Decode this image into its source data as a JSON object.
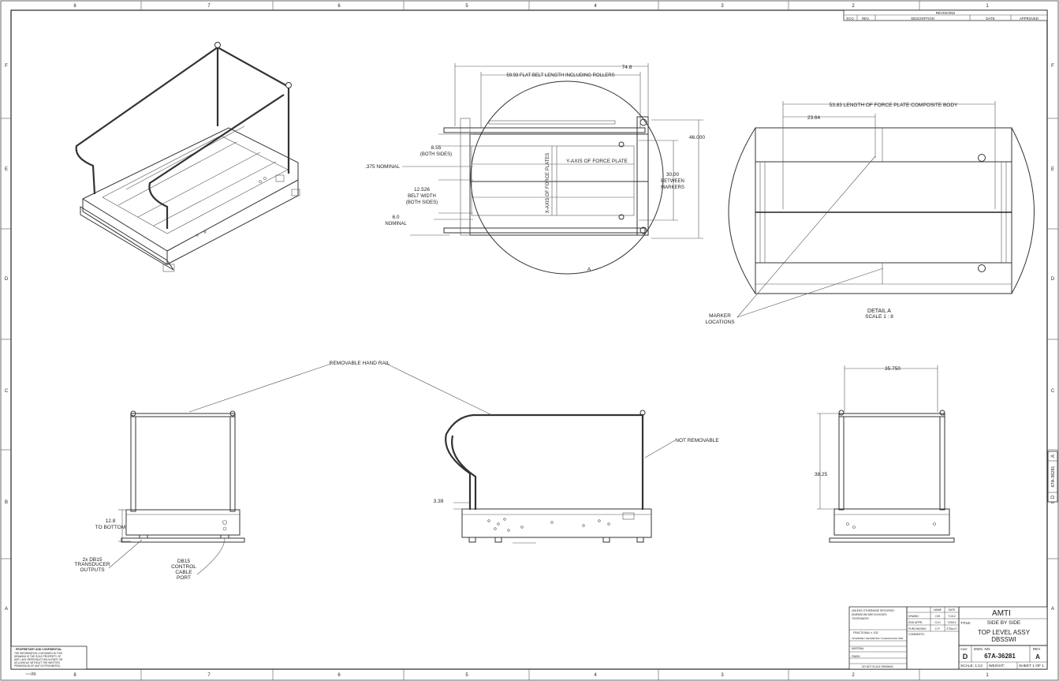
{
  "border": {
    "top_zones": [
      "8",
      "7",
      "6",
      "5",
      "4",
      "3",
      "2",
      "1"
    ],
    "side_zones": [
      "F",
      "E",
      "D",
      "C",
      "B",
      "A"
    ]
  },
  "revisions": {
    "title": "REVISIONS",
    "headers": [
      "ECO",
      "REV.",
      "DESCRIPTION",
      "DATE",
      "APPROVED"
    ]
  },
  "top_view": {
    "dim_overall": "74.8",
    "dim_belt_length": "59.93 FLAT BELT LENGTH INCLUDING ROLLERS",
    "dim_height": "46.000",
    "dim_855": "8.55",
    "dim_855_note": "(BOTH SIDES)",
    "dim_375": ".375 NOMINAL",
    "dim_belt_width": "12.526",
    "dim_belt_width_l2": "BELT WIDTH",
    "dim_belt_width_l3": "(BOTH SIDES)",
    "dim_60": "6.0",
    "dim_60_l2": "NOMINAL",
    "y_axis": "Y-AXIS OF FORCE PLATE",
    "x_axis": "X-AXIS OF FORCE PLATES",
    "markers_dim": "30.00",
    "markers_l2": "BETWEEN",
    "markers_l3": "MARKERS",
    "detail_callout": "A"
  },
  "detail": {
    "dim_length": "53.83 LENGTH OF FORCE PLATE COMPOSITE BODY",
    "dim_2364": "23.64",
    "marker_l1": "MARKER",
    "marker_l2": "LOCATIONS",
    "title": "DETAIL A",
    "scale": "SCALE 1 : 8"
  },
  "front_views": {
    "removable": "REMOVABLE HAND RAIL",
    "not_removable": "NOT REMOVABLE",
    "dim_128": "12.8",
    "dim_128_l2": "TO BOTTOM",
    "dim_339": "3.39",
    "dim_3575": "35.750",
    "dim_3825": "38.25",
    "db15_out_l1": "2x DB15",
    "db15_out_l2": "TRANSDUCER",
    "db15_out_l3": "OUTPUTS",
    "db15_ctrl_l1": "DB15",
    "db15_ctrl_l2": "CONTROL",
    "db15_ctrl_l3": "CABLE",
    "db15_ctrl_l4": "PORT"
  },
  "title_block": {
    "company": "AMTI",
    "title_label": "TITLE:",
    "title_l1": "SIDE BY SIDE",
    "title_l2": "TOP LEVEL ASSY",
    "title_l3": "DBSSWI",
    "size_label": "SIZE",
    "size": "D",
    "dwg_label": "DWG.  NO.",
    "dwg": "67A-36281",
    "rev_label": "REV",
    "rev": "A",
    "scale": "SCALE: 1:13",
    "weight": "WEIGHT:",
    "sheet": "SHEET 1 OF 1",
    "no_scale": "DO NOT SCALE DRAWING",
    "unless": "UNLESS OTHERWISE SPECIFIED:",
    "dims_in": "DIMENSIONS ARE IN INCHES",
    "tolerances": "TOLERANCES:",
    "fractional": "FRACTIONAL ± 1/32",
    "interpret": "INTERPRET GEOMETRIC TOLERANCING PER:",
    "material": "MATERIAL",
    "finish": "FINISH",
    "comments": "COMMENTS:",
    "roles": [
      "DRAWN",
      "ENG APPR.",
      "PURCHASING"
    ],
    "col_name": "NAME",
    "col_date": "DATE",
    "names": [
      "CW",
      "CLH",
      "C.P."
    ],
    "dates": [
      "7/1/12",
      "7/25/12",
      "27Dec17"
    ]
  },
  "proprietary": {
    "title": "PROPRIETARY AND CONFIDENTIAL",
    "l1": "THE INFORMATION CONTAINED IN THIS",
    "l2": "DRAWING IS THE SOLE PROPERTY OF",
    "l3": "AMTI.  ANY REPRODUCTION IN PART OR",
    "l4": "AS A WHOLE WITHOUT THE WRITTEN",
    "l5": "PERMISSION OF AMTI IS PROHIBITED."
  },
  "side_tab": {
    "size": "D",
    "dwg": "67A-36281",
    "rev": "A"
  },
  "bottom_left": "~~/m"
}
